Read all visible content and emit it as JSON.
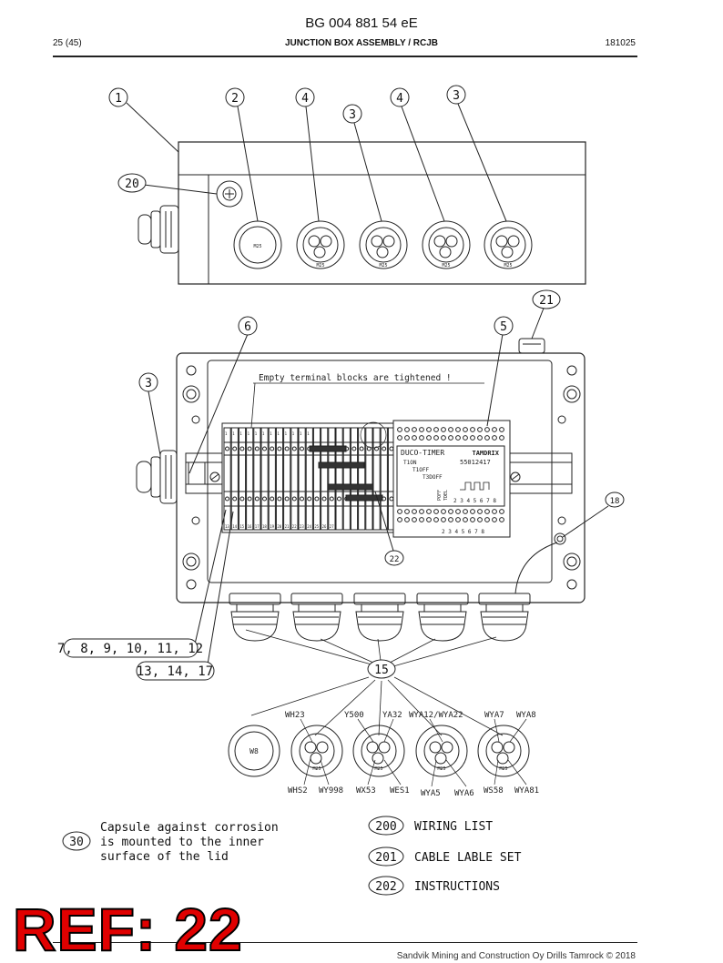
{
  "header": {
    "doc_number": "BG 004 881 54 eE",
    "page": "25 (45)",
    "title": "JUNCTION BOX ASSEMBLY / RCJB",
    "date": "181025"
  },
  "callouts": {
    "c1": "1",
    "c2": "2",
    "c3": "3",
    "c4": "4",
    "c5": "5",
    "c6": "6",
    "c15": "15",
    "c18": "18",
    "c20": "20",
    "c21": "21",
    "c22": "22",
    "c30": "30",
    "c7_12": "7, 8, 9, 10, 11, 12",
    "c13_17": "13, 14, 17",
    "c200": "200",
    "c201": "201",
    "c202": "202"
  },
  "gland_labels": {
    "m25": "M25",
    "w8": "W8"
  },
  "panel_note": "Empty terminal blocks are tightened !",
  "timer": {
    "name": "DUCO-TIMER",
    "brand": "TAMDRIX",
    "part": "55012417",
    "t1on": "T1ON",
    "t1off": "T1OFF",
    "t3doff": "T3DOFF",
    "poff": "POFF",
    "tdel": "TDEL",
    "nums": "2 3 4 5 6 7 8",
    "bottom_nums": "2 3 4 5 6 7 8"
  },
  "top_rail_numbers": [
    "1",
    "1",
    "1",
    "1",
    "1",
    "1",
    "1",
    "1",
    "1",
    "1",
    "1",
    "1"
  ],
  "bottom_rail_numbers": [
    "13",
    "14",
    "15",
    "16",
    "17",
    "18",
    "19",
    "20",
    "21",
    "22",
    "23",
    "24",
    "25",
    "26",
    "27"
  ],
  "wires_top": [
    "WH23",
    "Y500",
    "YA32",
    "WYA12/WYA22",
    "WYA7",
    "WYA8"
  ],
  "wires_bottom": [
    "WHS2",
    "WY998",
    "WX53",
    "WES1",
    "WYA5",
    "WYA6",
    "WS58",
    "WYA81"
  ],
  "capsule_note": [
    "Capsule against corrosion",
    "is mounted to the inner",
    "surface of the lid"
  ],
  "legend": [
    {
      "num": "200",
      "text": "WIRING LIST"
    },
    {
      "num": "201",
      "text": "CABLE LABLE SET"
    },
    {
      "num": "202",
      "text": "INSTRUCTIONS"
    }
  ],
  "footer": "Sandvik Mining and Construction Oy Drills Tamrock © 2018",
  "stamp": "REF: 22"
}
